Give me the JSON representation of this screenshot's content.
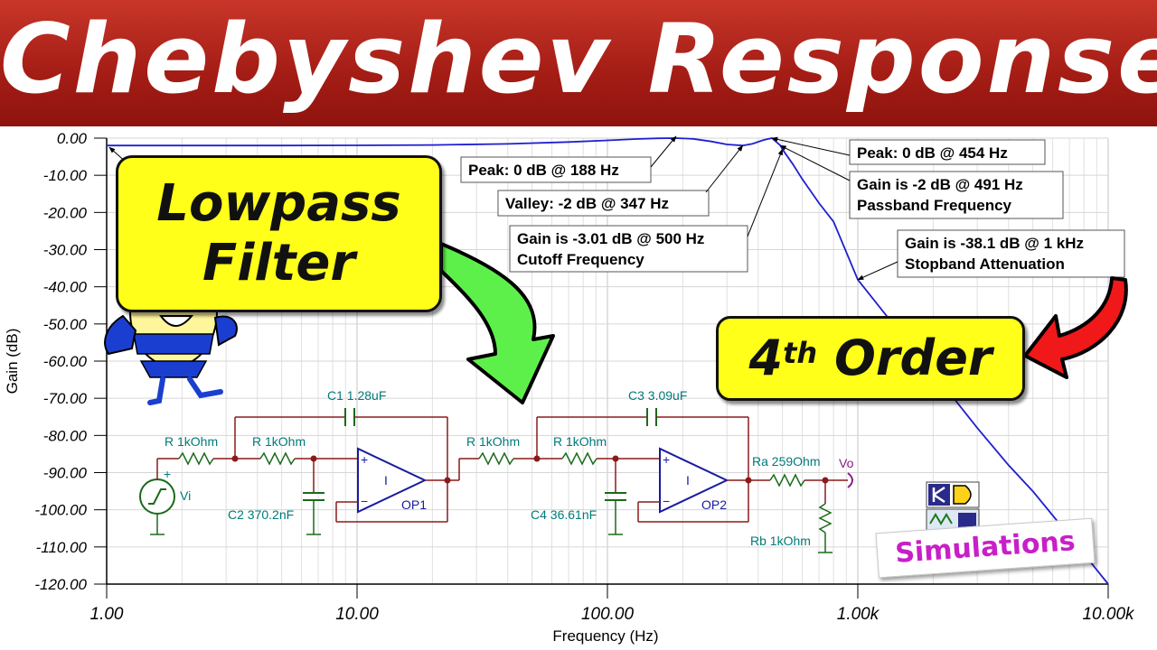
{
  "banner": {
    "title": "Chebyshev Response"
  },
  "callouts": {
    "lowpass_line1": "Lowpass",
    "lowpass_line2": "Filter",
    "order_main": "4",
    "order_sup": "th",
    "order_rest": " Order",
    "simulations": "Simulations"
  },
  "circuit": {
    "r1": "R 1kOhm",
    "r2": "R 1kOhm",
    "r3": "R 1kOhm",
    "r4": "R 1kOhm",
    "c1": "C1 1.28uF",
    "c2": "C2 370.2nF",
    "c3": "C3 3.09uF",
    "c4": "C4 36.61nF",
    "ra": "Ra 259Ohm",
    "rb": "Rb 1kOhm",
    "op1": "OP1",
    "op2": "OP2",
    "source": "Vi",
    "output": "Vo",
    "opamp_symbol": "I",
    "plus": "+",
    "minus": "−"
  },
  "colors": {
    "curve": "#1f1fd0",
    "banner": "#b0241a",
    "callout_fill": "#ffff1a",
    "circuit_wire": "#8b1a1a",
    "circuit_part": "#007a3d",
    "simulations_text": "#c81fc8"
  },
  "icons": [
    "bee-mascot-icon",
    "green-arrow-icon",
    "red-arrow-icon",
    "kd-logo-icon"
  ],
  "chart_data": {
    "type": "line",
    "xscale": "log",
    "xlim": [
      1,
      10000
    ],
    "ylim": [
      -120,
      0
    ],
    "xlabel": "Frequency (Hz)",
    "ylabel": "Gain (dB)",
    "grid": true,
    "x_tick_labels": [
      "1.00",
      "10.00",
      "100.00",
      "1.00k",
      "10.00k"
    ],
    "y_tick_labels": [
      "0.00",
      "-10.00",
      "-20.00",
      "-30.00",
      "-40.00",
      "-50.00",
      "-60.00",
      "-70.00",
      "-80.00",
      "-90.00",
      "-100.00",
      "-110.00",
      "-120.00"
    ],
    "series": [
      {
        "x": [
          1,
          2,
          5,
          10,
          20,
          40,
          70,
          100,
          130,
          160,
          188,
          220,
          260,
          300,
          347,
          380,
          420,
          454,
          491,
          500,
          550,
          600,
          700,
          800,
          1000,
          1500,
          2000,
          3000,
          4000,
          5000,
          7000,
          10000
        ],
        "y": [
          -2,
          -2,
          -1.98,
          -1.95,
          -1.85,
          -1.55,
          -1.05,
          -0.6,
          -0.25,
          -0.05,
          0,
          -0.2,
          -0.9,
          -1.7,
          -2,
          -1.5,
          -0.5,
          0,
          -2,
          -3.01,
          -7,
          -11,
          -17.5,
          -22.5,
          -38.1,
          -53,
          -63,
          -78,
          -88,
          -95,
          -107,
          -120
        ]
      }
    ],
    "annotations": [
      {
        "text": "Peak: 0 dB @ 188 Hz",
        "x": 188,
        "y": 0
      },
      {
        "text": "Valley: -2 dB @ 347 Hz",
        "x": 347,
        "y": -2
      },
      {
        "text": "Gain is -3.01 dB @ 500 Hz",
        "text2": "Cutoff Frequency",
        "x": 500,
        "y": -3.01
      },
      {
        "text": "Peak: 0 dB @ 454 Hz",
        "x": 454,
        "y": 0
      },
      {
        "text": "Gain is -2 dB @ 491 Hz",
        "text2": "Passband Frequency",
        "x": 491,
        "y": -2
      },
      {
        "text": "Gain is -38.1 dB @ 1 kHz",
        "text2": "Stopband Attenuation",
        "x": 1000,
        "y": -38.1
      }
    ]
  }
}
